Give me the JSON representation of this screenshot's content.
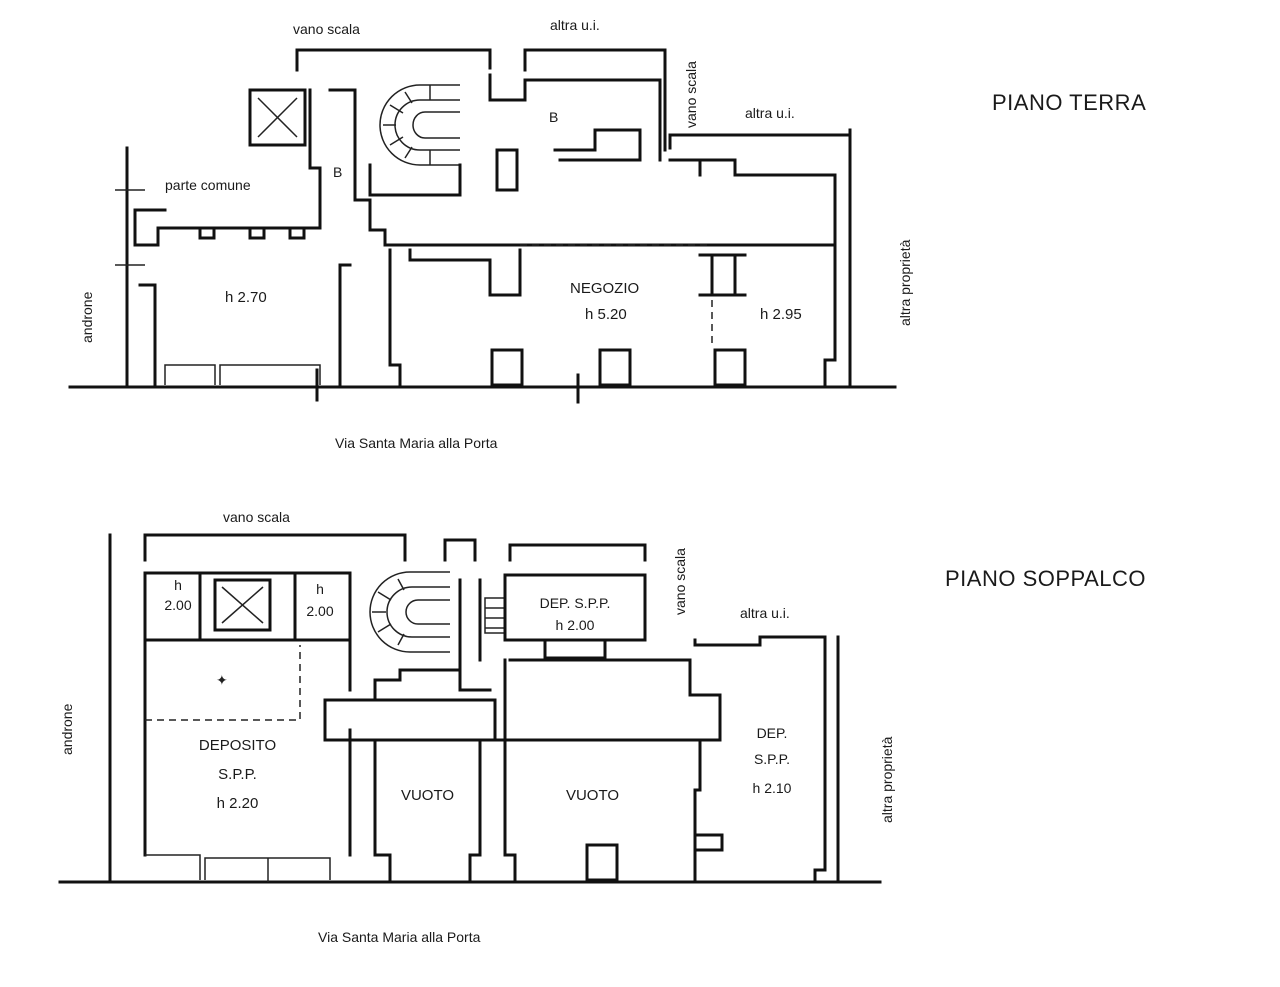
{
  "ground_floor": {
    "title": "PIANO TERRA",
    "labels": {
      "stair_top": "vano scala",
      "other_unit_top": "altra u.i.",
      "stair_right": "vano scala",
      "other_unit_right": "altra u.i.",
      "common_area": "parte comune",
      "b_left": "B",
      "b_right": "B",
      "room_height": "h 2.70",
      "shop": "NEGOZIO",
      "shop_height": "h 5.20",
      "side_room_height": "h 2.95",
      "side_left": "androne",
      "side_right": "altra proprietà",
      "street": "Via Santa Maria alla Porta"
    }
  },
  "mezzanine_floor": {
    "title": "PIANO SOPPALCO",
    "labels": {
      "stair_top": "vano scala",
      "cell_left_h": "h",
      "cell_left_val": "2.00",
      "cell_right_h": "h",
      "cell_right_val": "2.00",
      "dep_top_1": "DEP. S.P.P.",
      "dep_top_2": "h 2.00",
      "stair_right": "vano scala",
      "other_unit": "altra u.i.",
      "deposit_1": "DEPOSITO",
      "deposit_2": "S.P.P.",
      "deposit_3": "h 2.20",
      "void_1": "VUOTO",
      "void_2": "VUOTO",
      "dep_right_1": "DEP.",
      "dep_right_2": "S.P.P.",
      "dep_right_3": "h 2.10",
      "side_left": "androne",
      "side_right": "altra proprietà",
      "street": "Via Santa Maria alla Porta"
    }
  }
}
